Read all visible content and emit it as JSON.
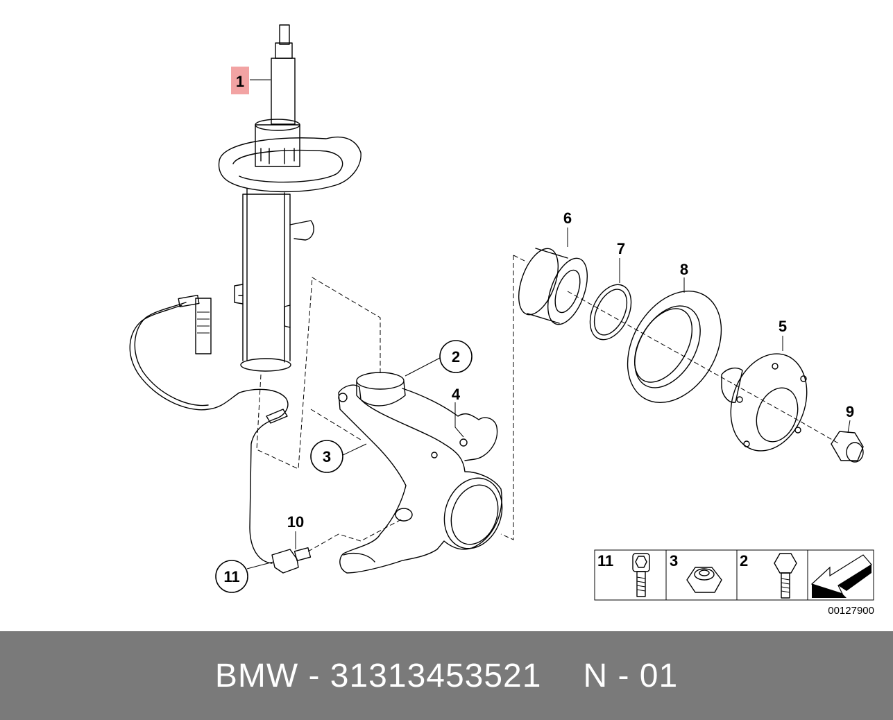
{
  "callouts": {
    "c1": "1",
    "c2": "2",
    "c3": "3",
    "c4": "4",
    "c5": "5",
    "c6": "6",
    "c7": "7",
    "c8": "8",
    "c9": "9",
    "c10": "10",
    "c11": "11"
  },
  "legend": {
    "items": [
      {
        "label": "11",
        "icon": "bolt-icon"
      },
      {
        "label": "3",
        "icon": "nut-icon"
      },
      {
        "label": "2",
        "icon": "bolt-icon"
      }
    ],
    "drawing_number": "00127900"
  },
  "colors": {
    "highlight": "#f2a3a3",
    "footer_bg": "#7a7a7a",
    "footer_text": "#ffffff"
  },
  "footer": {
    "brand": "BMW - 31313453521",
    "page": "N - 01"
  }
}
